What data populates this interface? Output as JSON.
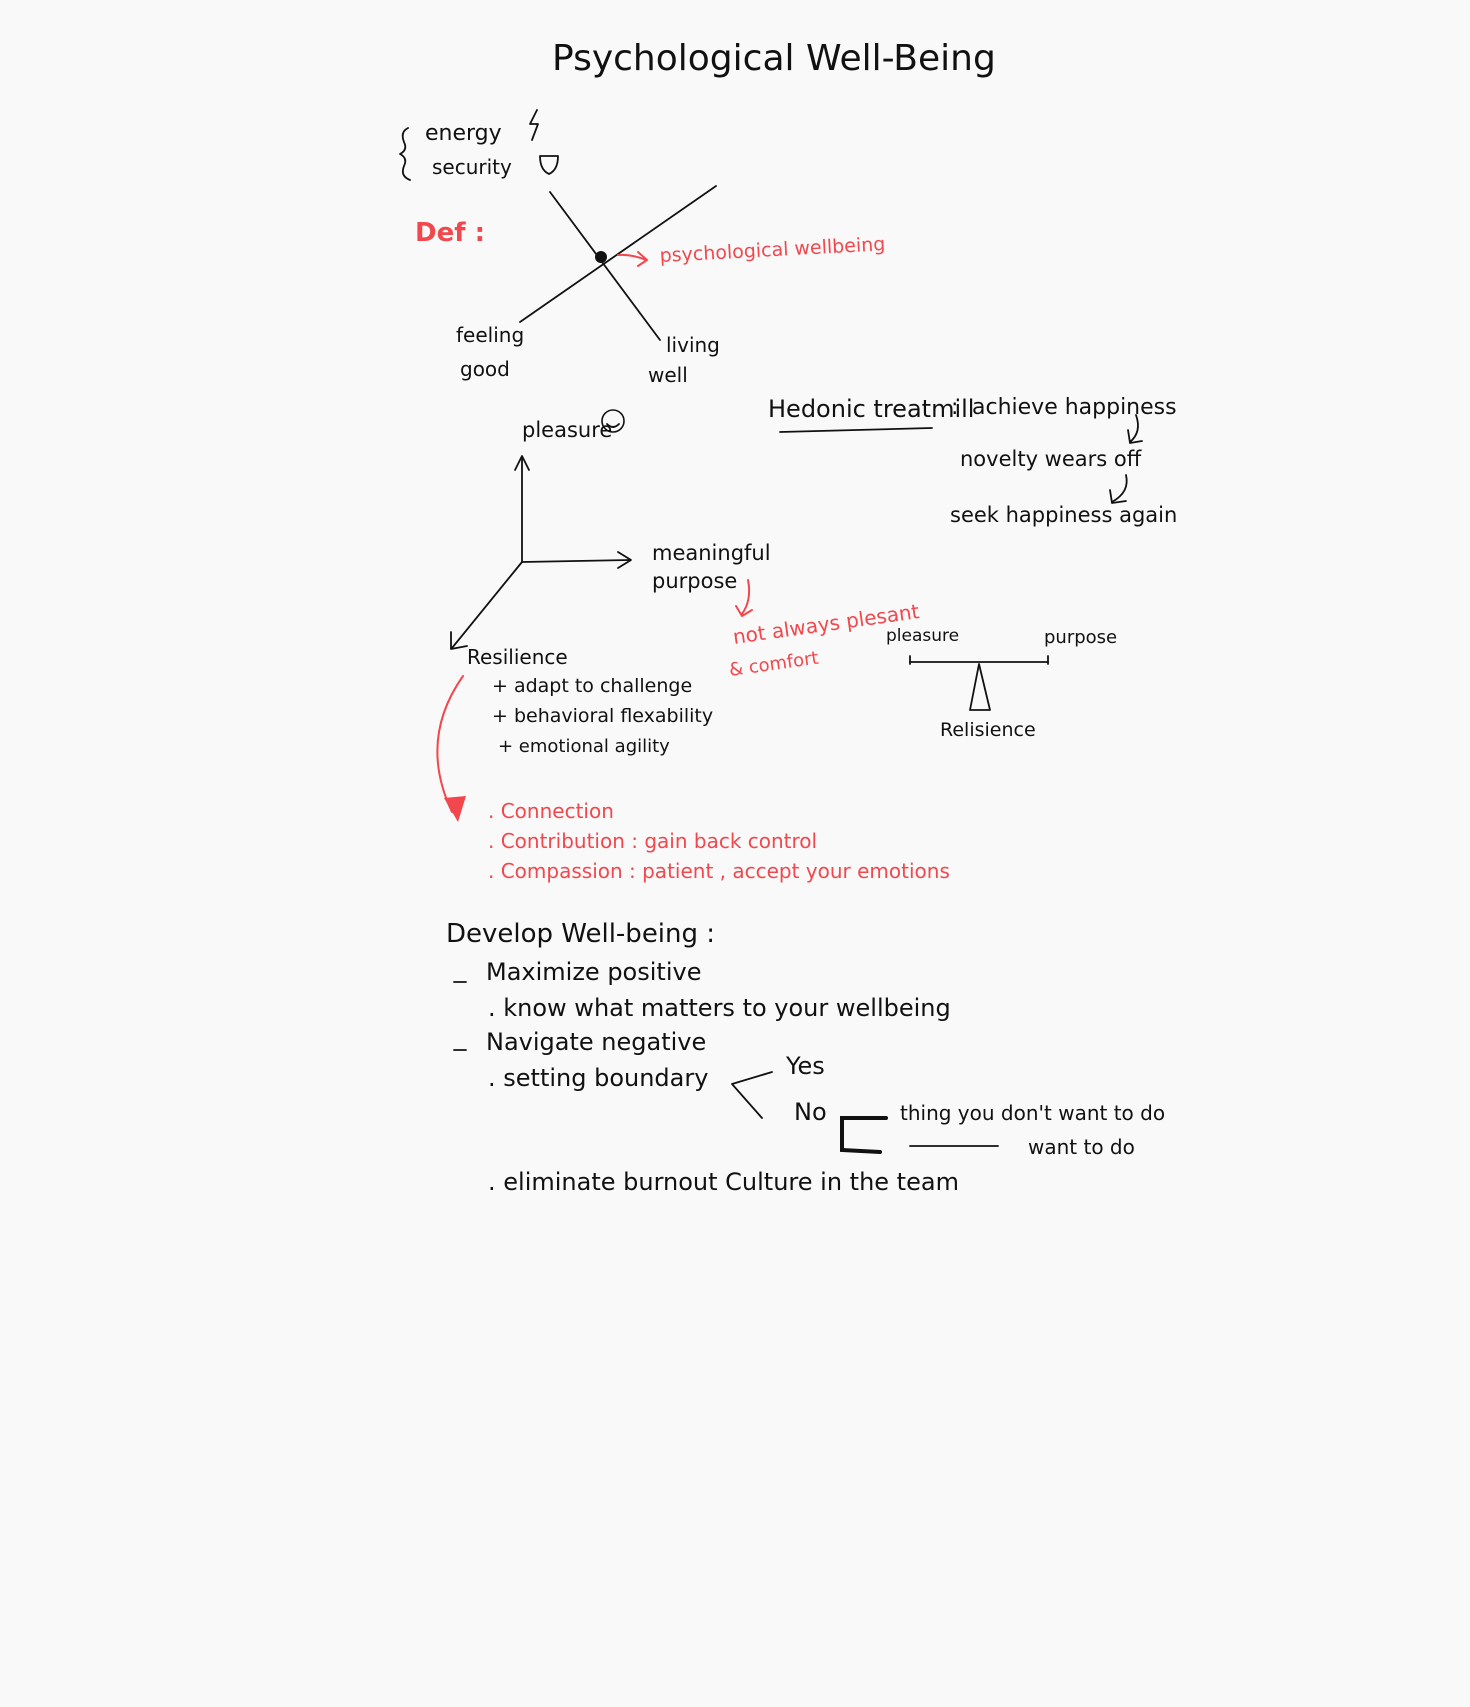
{
  "title": "Psychological Well-Being",
  "needs": {
    "energy": "energy",
    "security": "security"
  },
  "definition": {
    "label": "Def :",
    "target": "psychological wellbeing",
    "axis_a": [
      "feeling",
      "good"
    ],
    "axis_b": [
      "living",
      "well"
    ]
  },
  "axes3d": {
    "up": "pleasure",
    "right": [
      "meaningful",
      "purpose"
    ],
    "down_left": "Resilience",
    "purpose_note": [
      "not always plesant",
      "& comfort"
    ]
  },
  "resilience_items": [
    "+ adapt to challenge",
    "+ behavioral flexability",
    "+ emotional agility"
  ],
  "hedonic": {
    "label": "Hedonic treatmill",
    "colon": ":",
    "cycle": [
      "achieve happiness",
      "novelty wears off",
      "seek happiness again"
    ]
  },
  "balance": {
    "left": "pleasure",
    "right": "purpose",
    "fulcrum": "Relisience"
  },
  "red_list": [
    ". Connection",
    ". Contribution : gain back control",
    ". Compassion : patient , accept your emotions"
  ],
  "develop": {
    "heading": "Develop Well-being :",
    "maximize": "Maximize positive",
    "maximize_item": ". know what matters to your wellbeing",
    "navigate": "Navigate negative",
    "navigate_item": ". setting boundary",
    "yes": "Yes",
    "no": "No",
    "no_thing": "thing you don't want to do",
    "no_want": "want to do",
    "eliminate": ". eliminate burnout Culture in the team"
  },
  "colors": {
    "ink": "#111111",
    "accent": "#f2474d",
    "background": "#f9f9f9"
  }
}
